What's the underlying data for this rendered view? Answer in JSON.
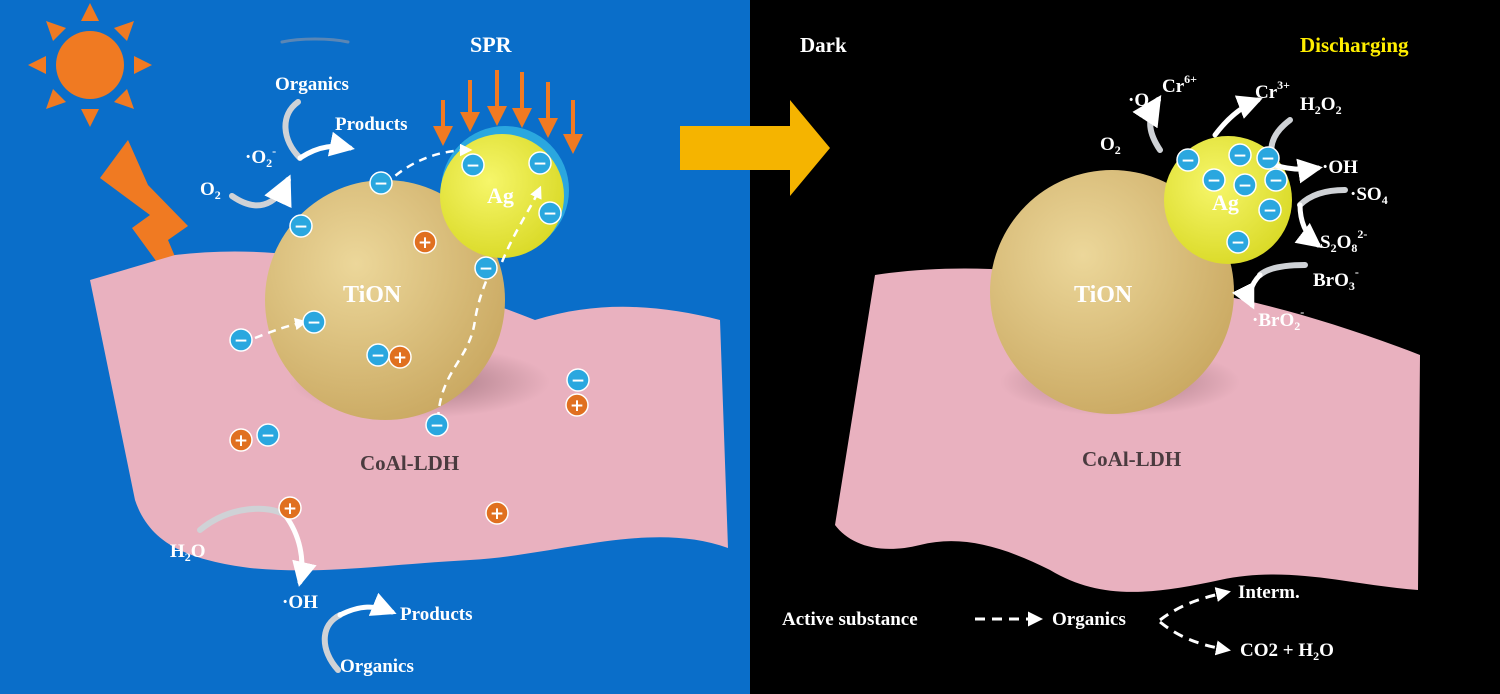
{
  "colors": {
    "light_panel": "#0a6ec9",
    "dark_panel": "#000000",
    "sheet": "#e9b1bf",
    "tion": "#dcc47e",
    "ag": "#eaea3a",
    "electron": "#2aa7df",
    "hole": "#e07020",
    "sun": "#f07a22",
    "transition_arrow": "#f5b400",
    "discharging_label": "#ffee00",
    "text": "#ffffff"
  },
  "icons": [
    "sun-icon",
    "lightning-icon",
    "transition-arrow-icon",
    "electron-icon",
    "hole-icon"
  ],
  "left": {
    "spr": "SPR",
    "organics_top": "Organics",
    "products_top": "Products",
    "o2_radical": "·O",
    "o2_radical_sub": "2",
    "o2_radical_sup": "-",
    "o2_prefix": "O",
    "o2_sub": "2",
    "ag": "Ag",
    "tion": "TiON",
    "coal_ldh": "CoAl-LDH",
    "h2o": "H",
    "h2o_sub": "2",
    "h2o_end": "O",
    "oh_radical": "·OH",
    "products_bottom": "Products",
    "organics_bottom": "Organics",
    "electron_sign": "−",
    "hole_sign": "+"
  },
  "right": {
    "dark": "Dark",
    "discharging": "Discharging",
    "o2_radical": "·O",
    "o2_radical_sub": "2",
    "cr6": "Cr",
    "cr6_sup": "6+",
    "cr3": "Cr",
    "cr3_sup": "3+",
    "h2o2": "H",
    "h2o2_sub1": "2",
    "h2o2_mid": "O",
    "h2o2_sub2": "2",
    "o2": "O",
    "o2_sub": "2",
    "oh": "·OH",
    "so4": "·SO",
    "so4_sub": "4",
    "s2o8": "S",
    "s2o8_sub1": "2",
    "s2o8_mid": "O",
    "s2o8_sub2": "8",
    "s2o8_sup": "2-",
    "bro3": "BrO",
    "bro3_sub": "3",
    "bro3_sup": "-",
    "bro2": "·BrO",
    "bro2_sub": "2",
    "bro2_sup": "-",
    "ag": "Ag",
    "tion": "TiON",
    "coal_ldh": "CoAl-LDH",
    "active_substance": "Active substance",
    "organics": "Organics",
    "interm": "Interm.",
    "products": "CO2 + H",
    "products_sub": "2",
    "products_end": "O",
    "electron_sign": "−"
  }
}
